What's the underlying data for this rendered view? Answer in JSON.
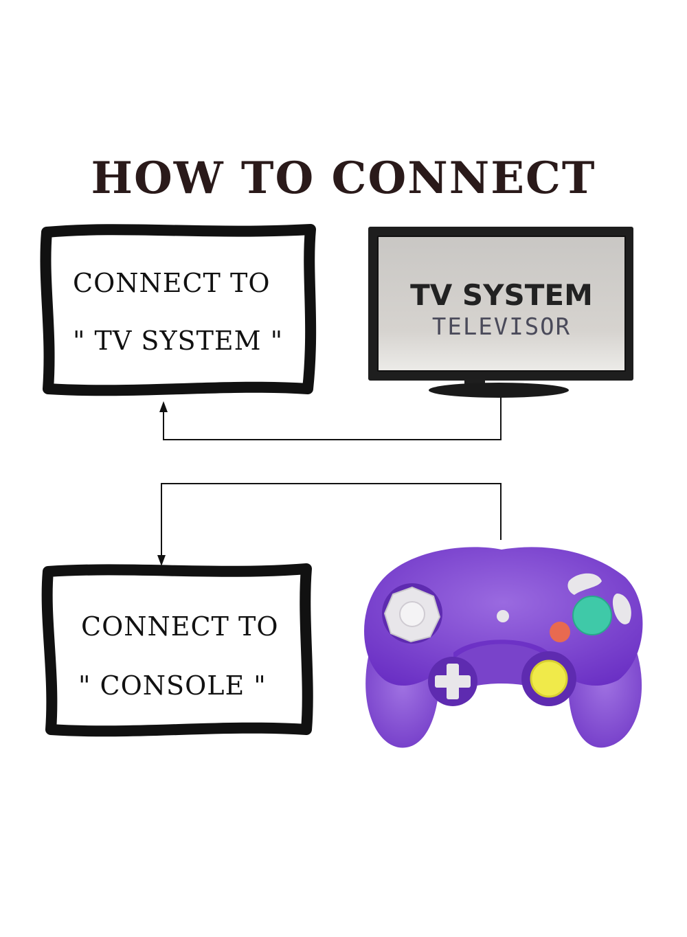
{
  "title": "HOW TO CONNECT",
  "box_tv": {
    "line1": "CONNECT TO",
    "line2": "\" TV  SYSTEM \""
  },
  "box_console": {
    "line1": "CONNECT TO",
    "line2": "\" CONSOLE \""
  },
  "tv_screen": {
    "title": "TV SYSTEM",
    "subtitle": "TELEVISOR"
  },
  "colors": {
    "controller_body": "#7a3fd0",
    "button_a": "#3fc9a8",
    "button_b": "#e86a50",
    "c_stick": "#f0ea4a",
    "buttons_light": "#e8e6ea"
  },
  "icons": [
    "tv-icon",
    "gamecube-controller-icon",
    "arrow-up-icon",
    "arrow-down-icon"
  ]
}
